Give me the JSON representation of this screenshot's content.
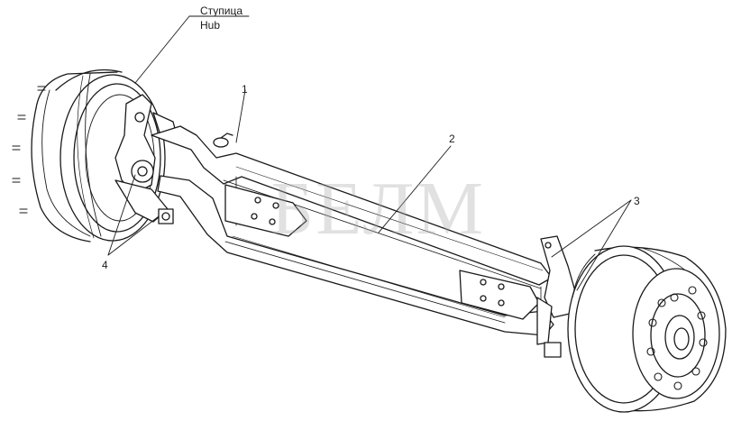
{
  "callouts": {
    "hub_ru": "Ступица",
    "hub_en": "Hub",
    "c1": "1",
    "c2": "2",
    "c3": "3",
    "c4": "4"
  },
  "watermark": "БЕЛМ",
  "colors": {
    "ink": "#1a1a1a",
    "watermark": "#aaaaaa"
  }
}
